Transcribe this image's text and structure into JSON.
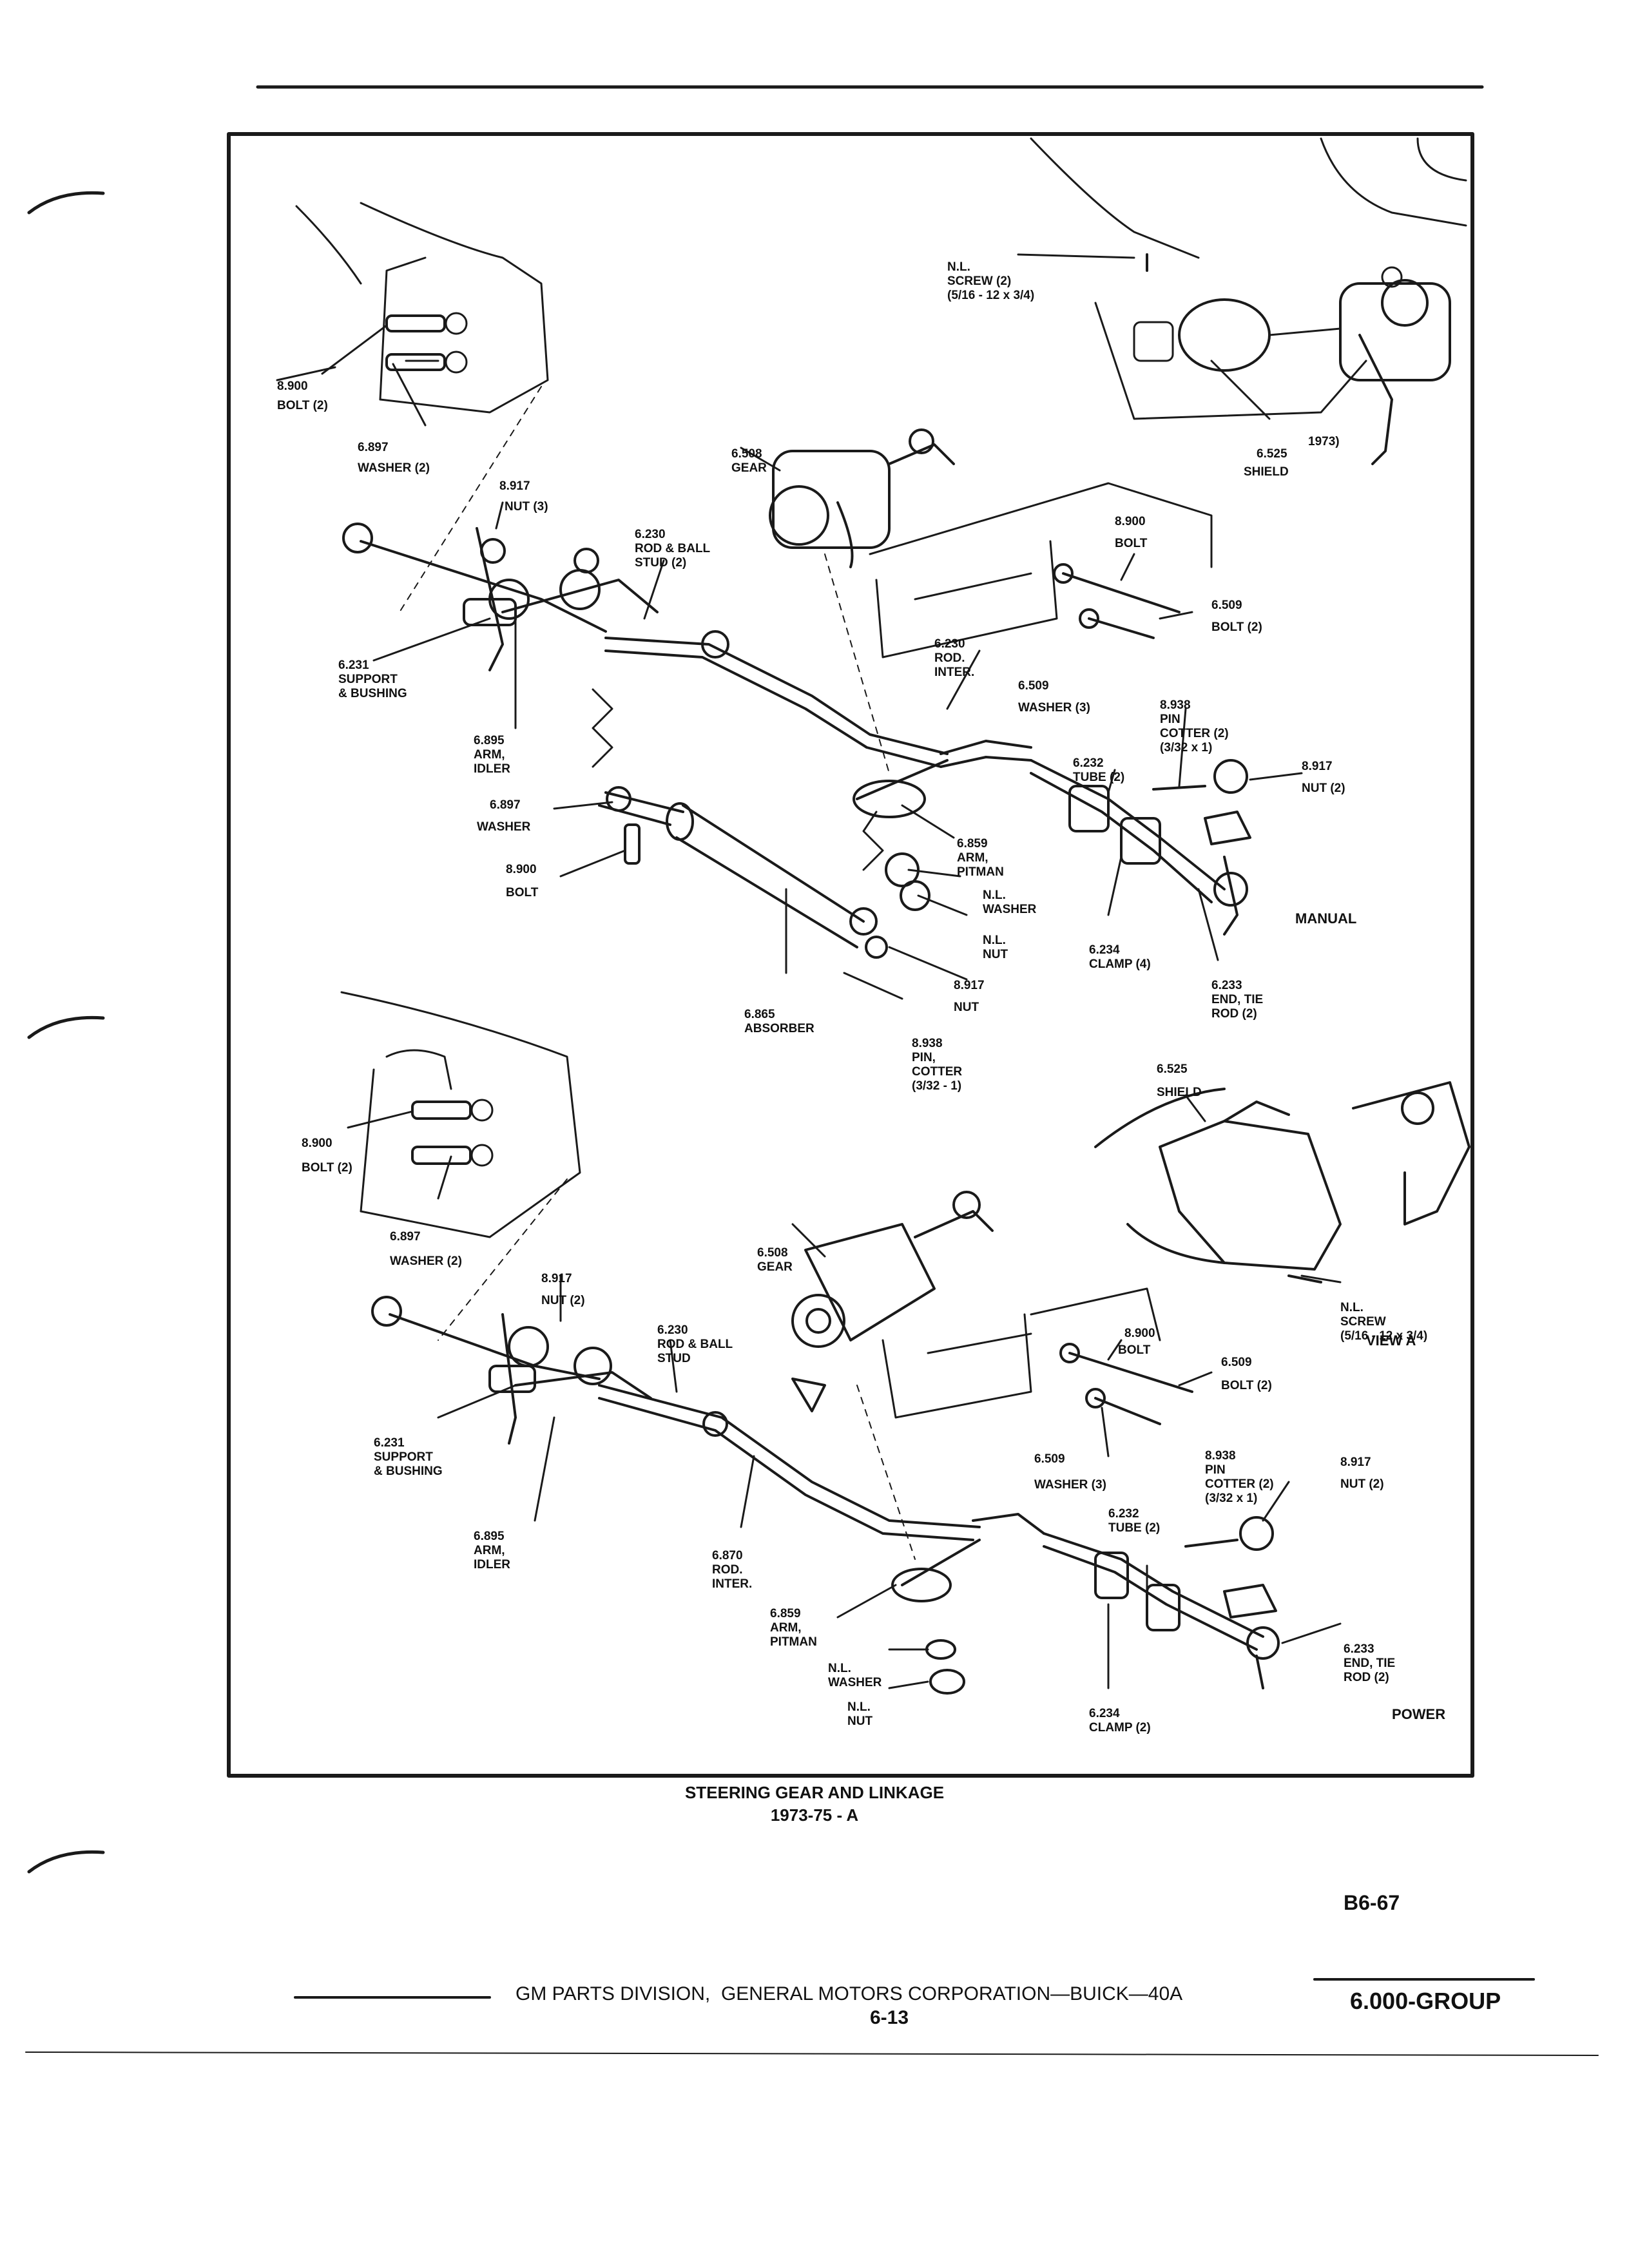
{
  "figure": {
    "caption_line1": "STEERING GEAR AND LINKAGE",
    "caption_line2": "1973-75 - A",
    "page_ref": "B6-67"
  },
  "footer": {
    "division": "GM PARTS DIVISION,  GENERAL MOTORS CORPORATION—BUICK—40A",
    "page": "6-13",
    "group": "6.000-GROUP"
  },
  "sections": {
    "manual": "MANUAL",
    "power": "POWER",
    "view_a": "VIEW A"
  },
  "manual_labels": {
    "nl_screw": [
      "N.L.",
      "SCREW (2)",
      "(5/16 - 12 x 3/4)"
    ],
    "shield_top": [
      "6.525",
      "SHIELD"
    ],
    "year_1973": "1973)",
    "bolt_8900_left": [
      "8.900",
      "BOLT (2)"
    ],
    "washer_6897_left": [
      "6.897",
      "WASHER (2)"
    ],
    "nut_8917_left": [
      "8.917",
      "NUT (3)"
    ],
    "gear_6508": [
      "6.508",
      "GEAR"
    ],
    "rod_ball_stud": [
      "6.230",
      "ROD & BALL",
      "STUD (2)"
    ],
    "bolt_8900_right": [
      "8.900",
      "BOLT"
    ],
    "bolt_6509": [
      "6.509",
      "BOLT (2)"
    ],
    "rod_inter": [
      "6.230",
      "ROD.",
      "INTER."
    ],
    "washer_6509": [
      "6.509",
      "WASHER (3)"
    ],
    "support_bushing": [
      "6.231",
      "SUPPORT",
      "& BUSHING"
    ],
    "pin_cotter_right": [
      "8.938",
      "PIN",
      "COTTER (2)",
      "(3/32 x 1)"
    ],
    "tube_6232": [
      "6.232",
      "TUBE (2)"
    ],
    "nut_8917_right": [
      "8.917",
      "NUT (2)"
    ],
    "arm_idler": [
      "6.895",
      "ARM,",
      "IDLER"
    ],
    "washer_6897_mid": [
      "6.897",
      "WASHER"
    ],
    "arm_pitman": [
      "6.859",
      "ARM,",
      "PITMAN"
    ],
    "bolt_8900_mid": [
      "8.900",
      "BOLT"
    ],
    "nl_washer": [
      "N.L.",
      "WASHER"
    ],
    "nl_nut": [
      "N.L.",
      "NUT"
    ],
    "clamp_6234": [
      "6.234",
      "CLAMP (4)"
    ],
    "end_tie_rod": [
      "6.233",
      "END, TIE",
      "ROD (2)"
    ],
    "nut_8917_mid": [
      "8.917",
      "NUT"
    ],
    "absorber": [
      "6.865",
      "ABSORBER"
    ],
    "pin_cotter_mid": [
      "8.938",
      "PIN,",
      "COTTER",
      "(3/32 - 1)"
    ]
  },
  "power_labels": {
    "shield": [
      "6.525",
      "SHIELD"
    ],
    "bolt_8900_left": [
      "8.900",
      "BOLT (2)"
    ],
    "washer_6897_left": [
      "6.897",
      "WASHER (2)"
    ],
    "nut_8917_left": [
      "8.917",
      "NUT (2)"
    ],
    "gear_6508": [
      "6.508",
      "GEAR"
    ],
    "nl_screw": [
      "N.L.",
      "SCREW",
      "(5/16 - 12 x 3/4)"
    ],
    "rod_ball_stud": [
      "6.230",
      "ROD & BALL",
      "STUD"
    ],
    "bolt_8900_right": [
      "8.900",
      "BOLT"
    ],
    "bolt_6509": [
      "6.509",
      "BOLT (2)"
    ],
    "support_bushing": [
      "6.231",
      "SUPPORT",
      "& BUSHING"
    ],
    "washer_6509": [
      "6.509",
      "WASHER (3)"
    ],
    "pin_cotter": [
      "8.938",
      "PIN",
      "COTTER (2)",
      "(3/32 x 1)"
    ],
    "nut_8917_right": [
      "8.917",
      "NUT (2)"
    ],
    "arm_idler": [
      "6.895",
      "ARM,",
      "IDLER"
    ],
    "rod_inter": [
      "6.870",
      "ROD.",
      "INTER."
    ],
    "tube_6232": [
      "6.232",
      "TUBE (2)"
    ],
    "arm_pitman": [
      "6.859",
      "ARM,",
      "PITMAN"
    ],
    "nl_washer": [
      "N.L.",
      "WASHER"
    ],
    "nl_nut": [
      "N.L.",
      "NUT"
    ],
    "clamp_6234": [
      "6.234",
      "CLAMP (2)"
    ],
    "end_tie_rod": [
      "6.233",
      "END, TIE",
      "ROD (2)"
    ]
  }
}
